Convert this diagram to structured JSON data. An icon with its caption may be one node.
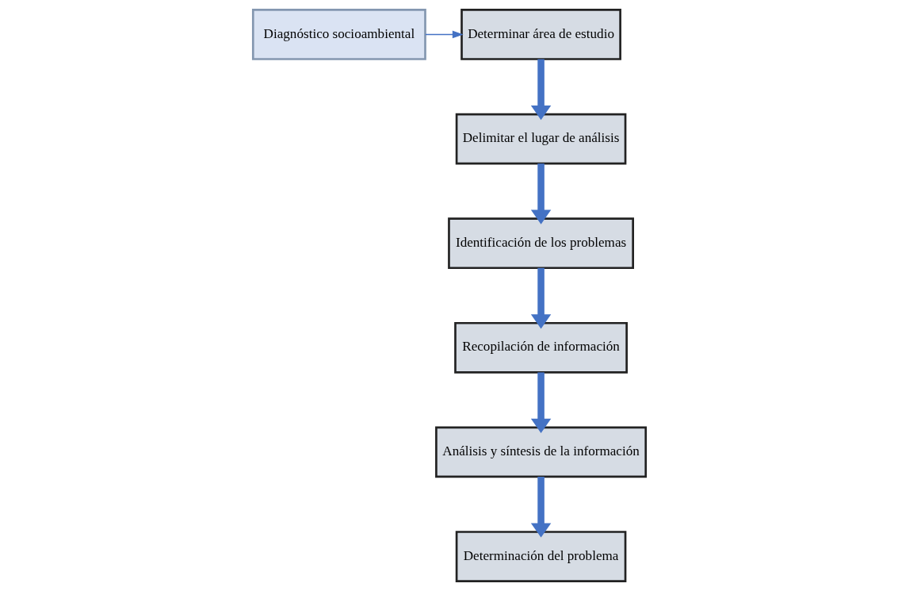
{
  "diagram": {
    "nodes": [
      {
        "text": [
          "Determinar área de estudio"
        ]
      },
      {
        "text": [
          "Diagnóstico socioambiental"
        ]
      },
      {
        "text": [
          "Delimitar el lugar de análisis"
        ]
      },
      {
        "text": [
          "Identificación de los problemas"
        ]
      },
      {
        "text": [
          "Recopilación de información"
        ]
      },
      {
        "text": [
          "Análisis y síntesis de la información"
        ]
      },
      {
        "text": [
          "Determinación del problema"
        ]
      }
    ],
    "edges": [
      {
        "from": 1,
        "to": 0,
        "arrow": "to"
      },
      {
        "from": 0,
        "to": 2,
        "arrow": "to"
      },
      {
        "from": 2,
        "to": 3,
        "arrow": "to"
      },
      {
        "from": 3,
        "to": 4,
        "arrow": "to"
      },
      {
        "from": 4,
        "to": 5,
        "arrow": "to"
      },
      {
        "from": 5,
        "to": 6,
        "arrow": "to"
      }
    ]
  }
}
